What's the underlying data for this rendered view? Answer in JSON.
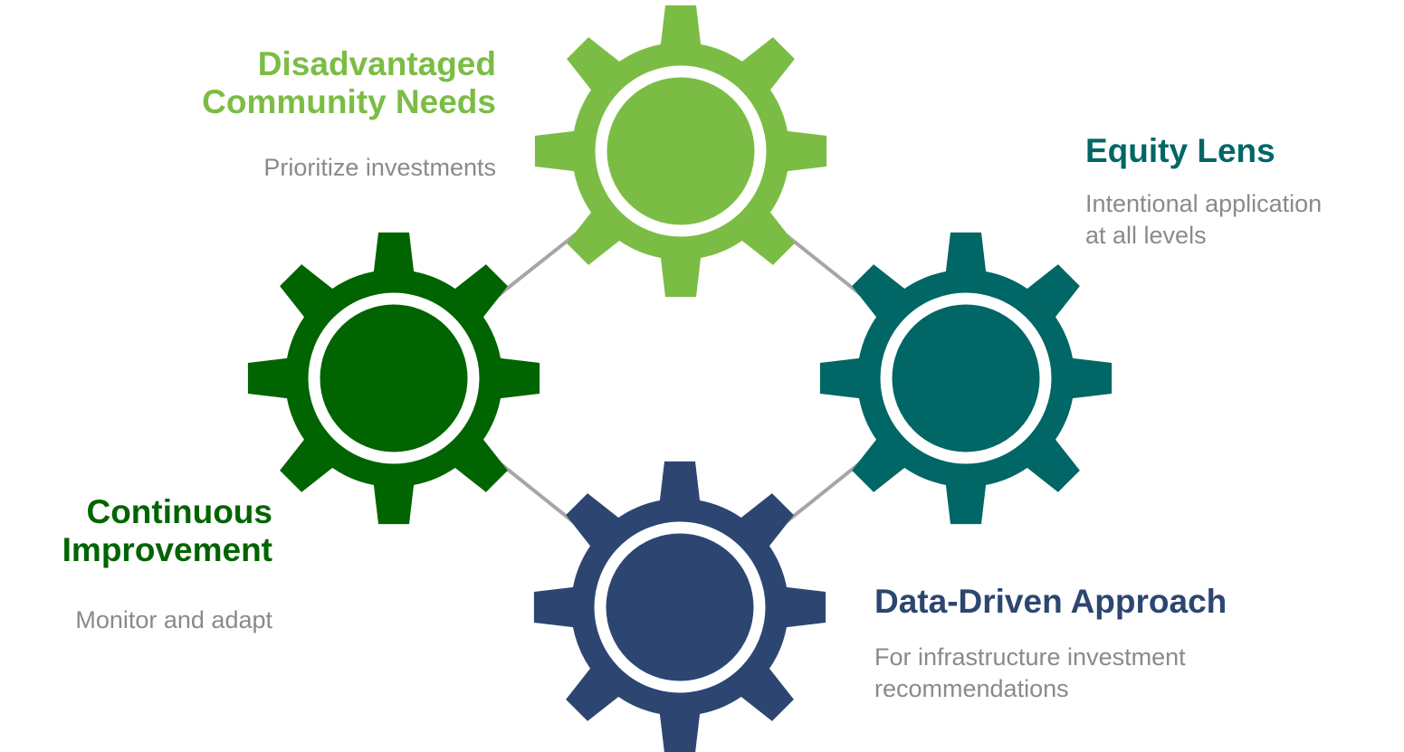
{
  "nodes": [
    {
      "key": "top",
      "title_lines": [
        "Disadvantaged",
        "Community Needs"
      ],
      "desc_lines": [
        "Prioritize investments"
      ],
      "color": "#7bbd44"
    },
    {
      "key": "right",
      "title_lines": [
        "Equity Lens"
      ],
      "desc_lines": [
        "Intentional application",
        "at all levels"
      ],
      "color": "#006666"
    },
    {
      "key": "bottom",
      "title_lines": [
        "Data-Driven Approach"
      ],
      "desc_lines": [
        "For infrastructure investment",
        "recommendations"
      ],
      "color": "#2d4671"
    },
    {
      "key": "left",
      "title_lines": [
        "Continuous",
        "Improvement"
      ],
      "desc_lines": [
        "Monitor and adapt"
      ],
      "color": "#006400"
    }
  ],
  "connector_color": "#a6a6a6",
  "description_color": "#8a8a8a",
  "icons": [
    "gear-icon"
  ]
}
